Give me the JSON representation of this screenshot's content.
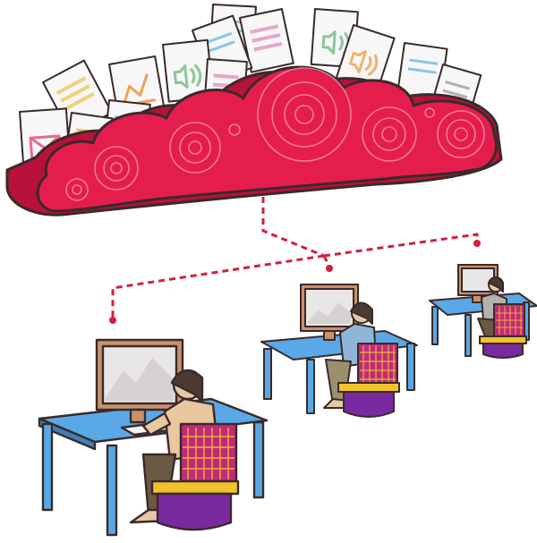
{
  "colors": {
    "cloud": "#e51d4c",
    "cloud_shadow": "#b8123a",
    "outline": "#3a2a2a",
    "desk": "#5aa9e6",
    "desk_shadow": "#3f7fb5",
    "monitor_frame": "#c9926a",
    "monitor_screen": "#e8e6e6",
    "chair_back": "#c02a7a",
    "chair_seat": "#f2c12e",
    "chair_base": "#7a2aa0",
    "connector": "#d11f3e",
    "skin": "#e7c8a5",
    "hair": "#4b3a34",
    "shirt_near": "#e9c79f",
    "shirt_mid": "#8fb6d7",
    "shirt_far": "#b5b2ad",
    "pants_near": "#6a5a44",
    "pants_mid": "#9c8f6d",
    "pants_far": "#6a5a44"
  },
  "documents": [
    {
      "icon": "envelope-icon",
      "accent": "#e86b8e"
    },
    {
      "icon": "text-lines-icon",
      "accent": "#f0b26a"
    },
    {
      "icon": "chart-icon",
      "accent": "#f0a054"
    },
    {
      "icon": "audio-icon",
      "accent": "#8cc79a"
    },
    {
      "icon": "text-lines-icon",
      "accent": "#e8a6c8"
    },
    {
      "icon": "text-lines-icon",
      "accent": "#8cc4e8"
    },
    {
      "icon": "audio-icon",
      "accent": "#8cc79a"
    },
    {
      "icon": "text-lines-icon",
      "accent": "#e8a6c8"
    },
    {
      "icon": "text-lines-icon",
      "accent": "#8cc4e8"
    },
    {
      "icon": "audio-icon",
      "accent": "#f0b26a"
    },
    {
      "icon": "text-lines-icon",
      "accent": "#8cc4e8"
    },
    {
      "icon": "text-lines-icon",
      "accent": "#b0b0b0"
    }
  ],
  "workstations": [
    {
      "name": "workstation-near",
      "icon": "desktop-computer-icon"
    },
    {
      "name": "workstation-middle",
      "icon": "desktop-computer-icon"
    },
    {
      "name": "workstation-far",
      "icon": "desktop-computer-icon"
    }
  ]
}
